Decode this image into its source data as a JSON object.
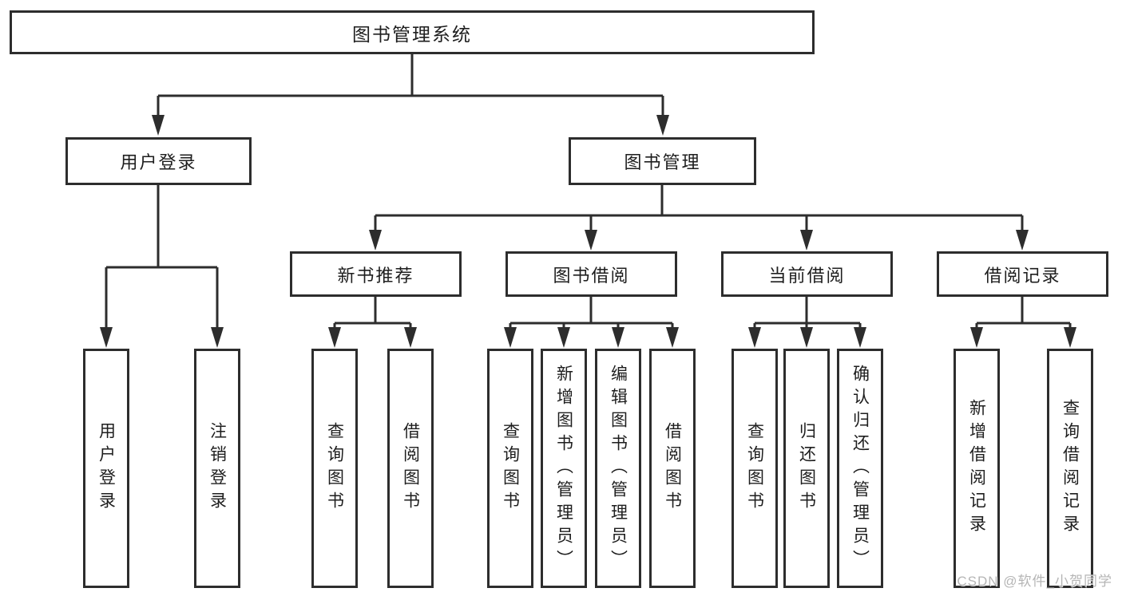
{
  "diagram_type": "hierarchy",
  "tree": {
    "root": {
      "label": "图书管理系统",
      "children": [
        {
          "label": "用户登录",
          "children": [
            {
              "label": "用户登录"
            },
            {
              "label": "注销登录"
            }
          ]
        },
        {
          "label": "图书管理",
          "children": [
            {
              "label": "新书推荐",
              "children": [
                {
                  "label": "查询图书"
                },
                {
                  "label": "借阅图书"
                }
              ]
            },
            {
              "label": "图书借阅",
              "children": [
                {
                  "label": "查询图书"
                },
                {
                  "label": "新增图书（管理员）"
                },
                {
                  "label": "编辑图书（管理员）"
                },
                {
                  "label": "借阅图书"
                }
              ]
            },
            {
              "label": "当前借阅",
              "children": [
                {
                  "label": "查询图书"
                },
                {
                  "label": "归还图书"
                },
                {
                  "label": "确认归还（管理员）"
                }
              ]
            },
            {
              "label": "借阅记录",
              "children": [
                {
                  "label": "新增借阅记录"
                },
                {
                  "label": "查询借阅记录"
                }
              ]
            }
          ]
        }
      ]
    }
  },
  "watermark": "CSDN @软件_小贺同学",
  "colors": {
    "line": "#2d2d2d",
    "text": "#1e1e1e",
    "bg": "#ffffff",
    "watermark": "#b5b5b5"
  }
}
